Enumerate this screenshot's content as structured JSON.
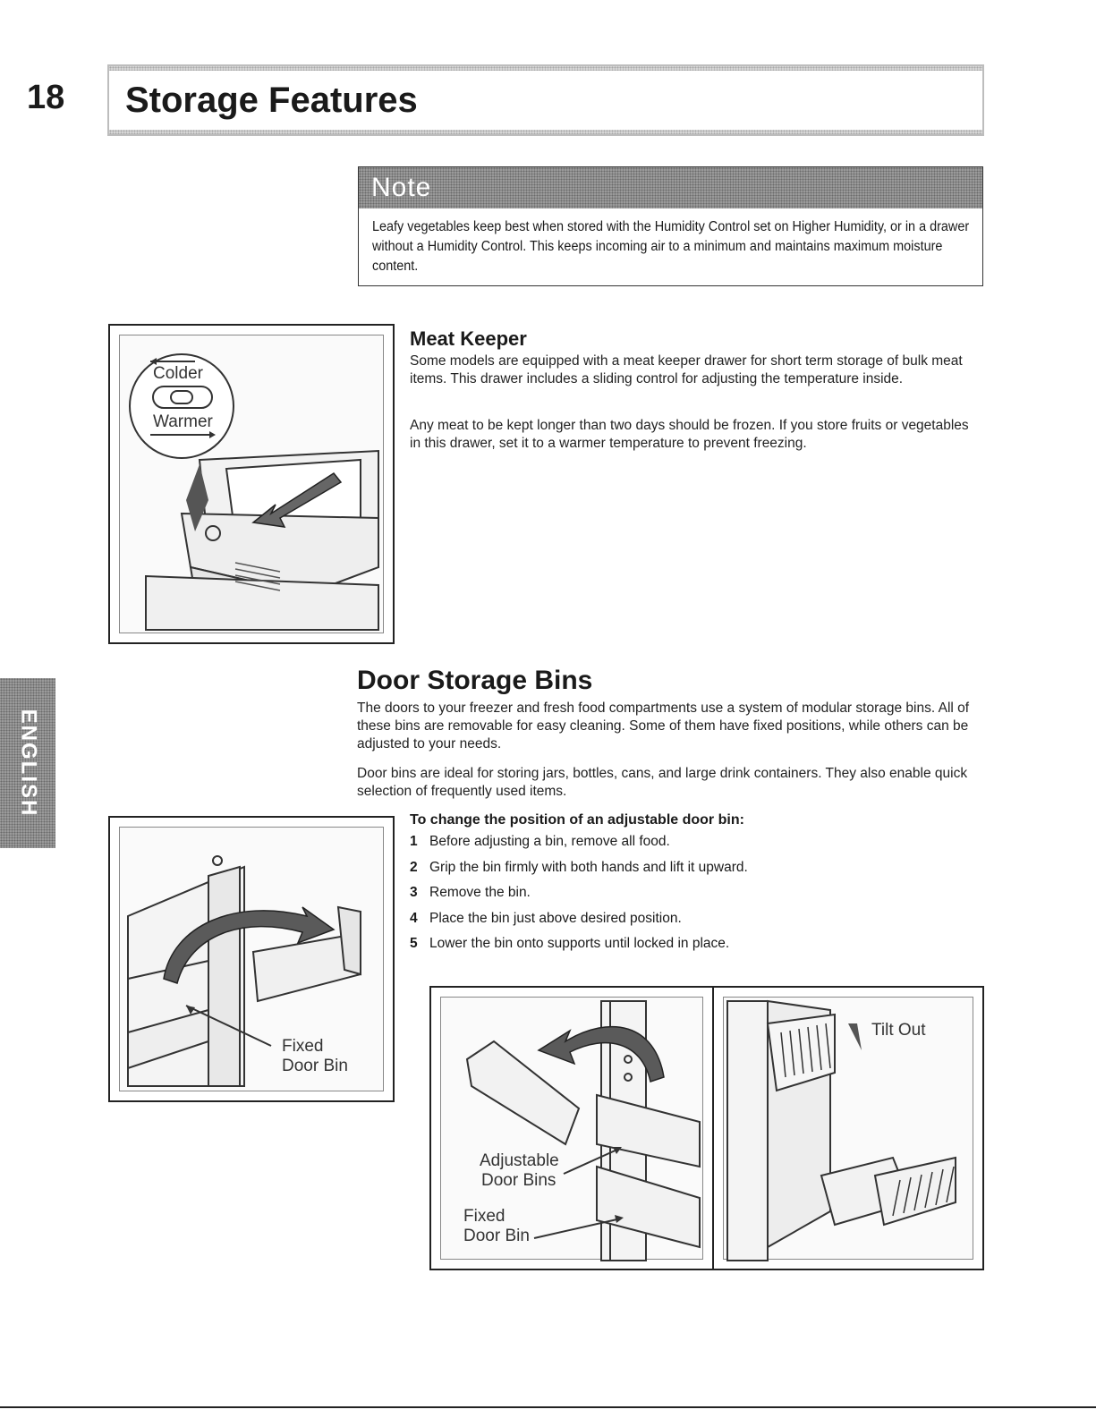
{
  "header": {
    "page_number": "18",
    "title": "Storage Features"
  },
  "note": {
    "label": "Note",
    "text": "Leafy vegetables keep best when stored with the Humidity Control set on Higher Humidity, or in a drawer without a Humidity Control. This keeps incoming air to a minimum and maintains maximum moisture content."
  },
  "meat_keeper": {
    "heading": "Meat Keeper",
    "para1": "Some models are equipped with a meat keeper drawer for short term storage of bulk meat items. This drawer includes a sliding control for adjusting the temperature inside.",
    "para2": "Any meat to be kept longer than two days should be frozen. If you store fruits or vegetables in this drawer, set it to a warmer temperature to prevent freezing.",
    "figure": {
      "label_colder": "Colder",
      "label_warmer": "Warmer"
    }
  },
  "door_bins": {
    "heading": "Door Storage Bins",
    "para1": "The doors to your freezer and fresh food compartments use a system of modular storage bins.  All of these bins are removable for easy cleaning. Some of them have fixed positions, while others can be adjusted to your needs.",
    "para2": "Door bins are ideal for storing jars, bottles, cans, and large drink containers. They also enable quick selection of frequently used items.",
    "steps_heading": "To change the position of an adjustable door bin:",
    "steps": [
      {
        "num": "1",
        "text": "Before adjusting a bin, remove all food."
      },
      {
        "num": "2",
        "text": "Grip the bin firmly with both hands and lift it upward."
      },
      {
        "num": "3",
        "text": "Remove the bin."
      },
      {
        "num": "4",
        "text": "Place the bin just above desired position."
      },
      {
        "num": "5",
        "text": "Lower the bin onto supports until locked in place."
      }
    ],
    "figure_left": {
      "label_fixed": "Fixed",
      "label_door_bin": "Door Bin"
    },
    "figure_bottom_left": {
      "label_adjustable": "Adjustable",
      "label_door_bins": "Door Bins",
      "label_fixed": "Fixed",
      "label_door_bin": "Door Bin"
    },
    "figure_bottom_right": {
      "label_tilt_out": "Tilt Out"
    }
  },
  "side_tab": {
    "language": "ENGLISH"
  }
}
